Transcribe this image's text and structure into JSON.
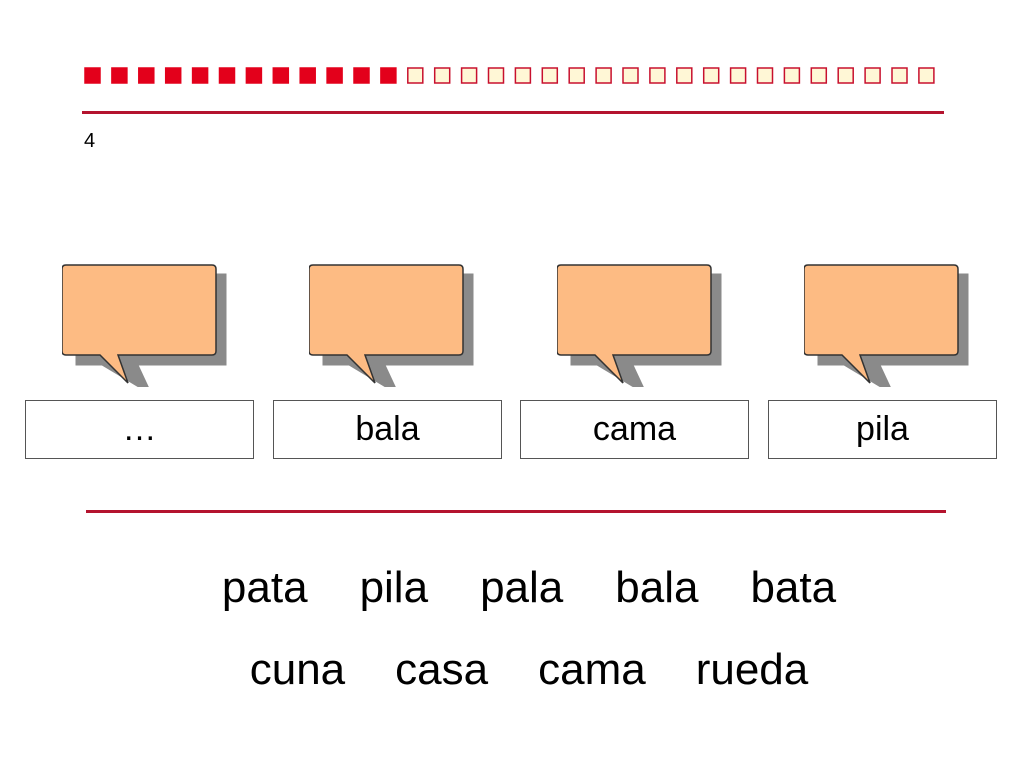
{
  "slide": {
    "number": "4"
  },
  "progress": {
    "completed": 12,
    "total": 32,
    "fill_color": "#e3001b",
    "empty_color": "#fff7d6",
    "empty_border_color": "#c8102e"
  },
  "colors": {
    "rule": "#b4132e",
    "bubble_fill": "#fdbb83",
    "bubble_shadow": "#8a8a8a"
  },
  "exercise": {
    "answers": [
      "…",
      "bala",
      "cama",
      "pila"
    ]
  },
  "word_bank": {
    "row1": [
      "pata",
      "pila",
      "pala",
      "bala",
      "bata"
    ],
    "row2": [
      "cuna",
      "casa",
      "cama",
      "rueda"
    ]
  }
}
